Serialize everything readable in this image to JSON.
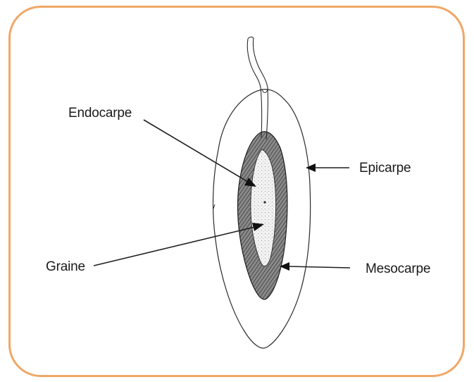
{
  "labels": {
    "endocarpe": "Endocarpe",
    "epicarpe": "Epicarpe",
    "graine": "Graine",
    "mesocarpe": "Mesocarpe"
  },
  "colors": {
    "frame_border": "#F0A766",
    "ink": "#1a1a1a"
  }
}
